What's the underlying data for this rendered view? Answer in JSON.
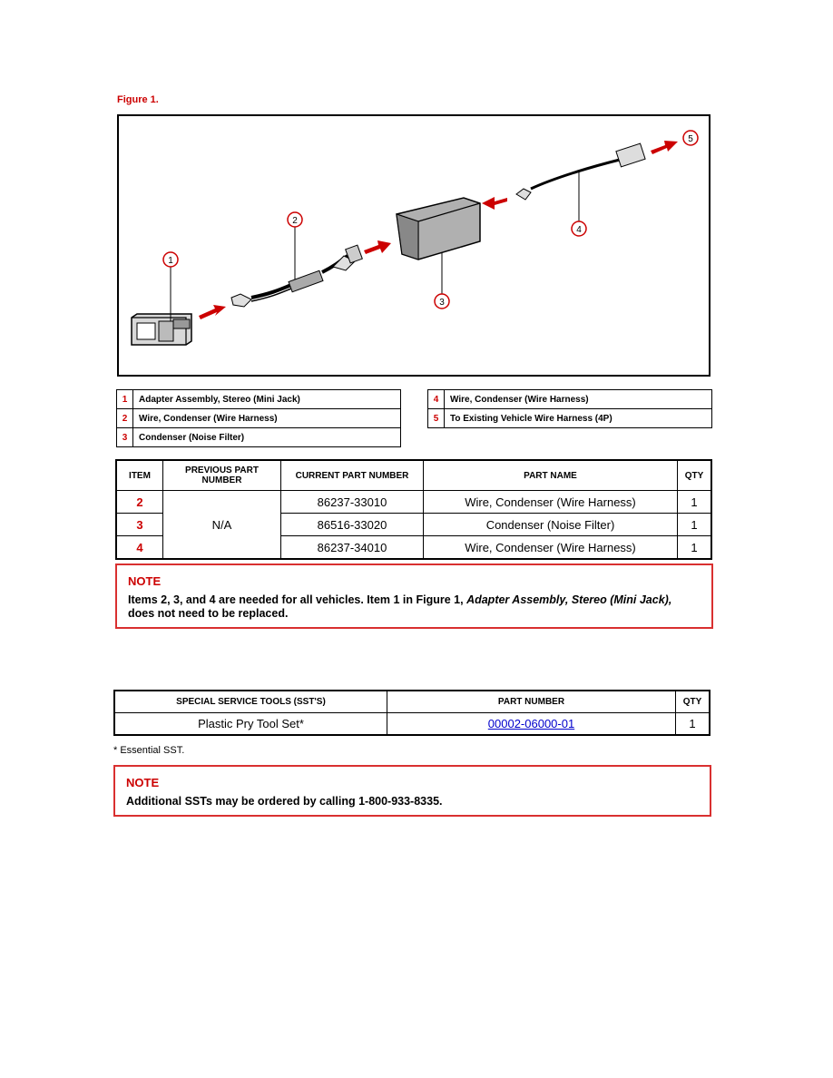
{
  "figure": {
    "label": "Figure 1.",
    "callouts": [
      "1",
      "2",
      "3",
      "4",
      "5"
    ]
  },
  "legend": {
    "left": [
      {
        "num": "1",
        "text": "Adapter Assembly, Stereo (Mini Jack)"
      },
      {
        "num": "2",
        "text": "Wire, Condenser (Wire Harness)"
      },
      {
        "num": "3",
        "text": "Condenser (Noise Filter)"
      }
    ],
    "right": [
      {
        "num": "4",
        "text": "Wire, Condenser (Wire Harness)"
      },
      {
        "num": "5",
        "text": "To Existing Vehicle Wire Harness (4P)"
      }
    ]
  },
  "parts_table": {
    "headers": {
      "item": "ITEM",
      "previous_line1": "PREVIOUS PART",
      "previous_line2": "NUMBER",
      "current": "CURRENT PART NUMBER",
      "name": "PART NAME",
      "qty": "QTY"
    },
    "previous_value": "N/A",
    "rows": [
      {
        "item": "2",
        "current": "86237-33010",
        "name": "Wire, Condenser (Wire Harness)",
        "qty": "1"
      },
      {
        "item": "3",
        "current": "86516-33020",
        "name": "Condenser (Noise Filter)",
        "qty": "1"
      },
      {
        "item": "4",
        "current": "86237-34010",
        "name": "Wire, Condenser (Wire Harness)",
        "qty": "1"
      }
    ]
  },
  "note1": {
    "title": "NOTE",
    "text_before": "Items 2, 3, and 4 are needed for all vehicles.  Item 1 in Figure 1, ",
    "text_italic": "Adapter Assembly, Stereo (Mini Jack),",
    "text_after": " does not need to be replaced."
  },
  "sst_table": {
    "headers": {
      "tools": "SPECIAL SERVICE TOOLS (SST'S)",
      "part": "PART NUMBER",
      "qty": "QTY"
    },
    "rows": [
      {
        "tool": "Plastic Pry Tool Set*",
        "part": "00002-06000-01",
        "qty": "1"
      }
    ]
  },
  "essential_note": "* Essential SST.",
  "note2": {
    "title": "NOTE",
    "text": "Additional SSTs may be ordered by calling 1-800-933-8335."
  },
  "colors": {
    "accent_red": "#cc0000",
    "link_blue": "#0000cc"
  }
}
